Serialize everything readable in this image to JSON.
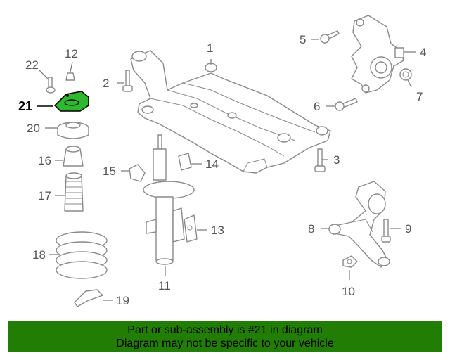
{
  "diagram": {
    "highlighted_part": "21",
    "callouts": [
      "1",
      "2",
      "3",
      "4",
      "5",
      "6",
      "7",
      "8",
      "9",
      "10",
      "11",
      "12",
      "13",
      "14",
      "15",
      "16",
      "17",
      "18",
      "19",
      "20",
      "21",
      "22"
    ]
  },
  "footer": {
    "line1": "Part or sub-assembly is #21 in diagram",
    "line2": "Diagram may not be specific to your vehicle",
    "background": "#217d04"
  },
  "colors": {
    "highlight": "#2eb82e",
    "line": "#8a8a8a"
  }
}
